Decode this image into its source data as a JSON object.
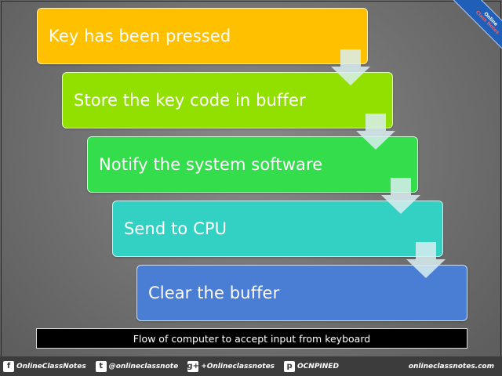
{
  "steps": [
    {
      "label": "Key has been pressed"
    },
    {
      "label": "Store the key code in buffer"
    },
    {
      "label": "Notify the system software"
    },
    {
      "label": "Send to CPU"
    },
    {
      "label": "Clear the buffer"
    }
  ],
  "caption": "Flow of computer to accept input from keyboard",
  "corner_badge": {
    "line1": "Online",
    "line2": "Class Notes",
    "color": "#1f5fb8"
  },
  "footer": {
    "social": [
      {
        "icon": "facebook-icon",
        "glyph": "f",
        "label": "OnlineClassNotes"
      },
      {
        "icon": "twitter-icon",
        "glyph": "t",
        "label": "@onlineclassnote"
      },
      {
        "icon": "google-plus-icon",
        "glyph": "g+",
        "label": "+Onlineclassnotes"
      },
      {
        "icon": "pinterest-icon",
        "glyph": "p",
        "label": "OCNPINED"
      }
    ],
    "site": "onlineclassnotes.com"
  },
  "colors": {
    "step1": "#ffc000",
    "step2": "#92e000",
    "step3": "#33dd4c",
    "step4": "#33d1c4",
    "step5": "#4a7ed4",
    "arrow": "#d9eef0"
  }
}
